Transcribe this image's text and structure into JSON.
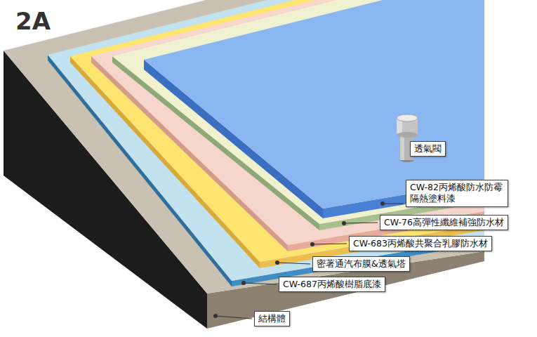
{
  "diagram": {
    "title": "2A",
    "nodes": [
      {
        "text": [
          "透氣閥"
        ]
      },
      {
        "text": [
          "CW-82丙烯酸防水防霉 隔熱塗料漆"
        ]
      },
      {
        "text": [
          "CW-76高彈性纖維補強防水材"
        ]
      },
      {
        "text": [
          "CW-683丙烯酸共聚合乳膠防水材"
        ]
      },
      {
        "text": [
          "密著通汽布膜&透氣塔"
        ]
      },
      {
        "text": [
          "CW-687丙烯酸樹脂底漆"
        ]
      },
      {
        "text": [
          "結構體"
        ]
      }
    ]
  }
}
